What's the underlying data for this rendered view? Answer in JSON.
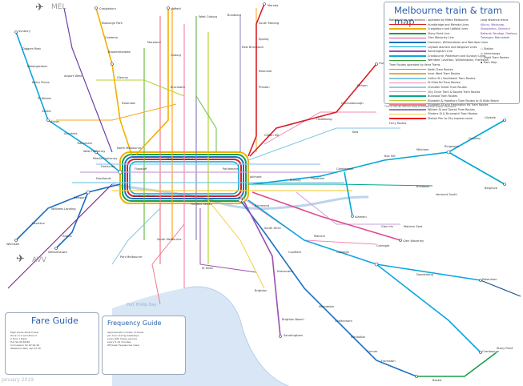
{
  "header": {
    "title": "Melbourne train & tram map",
    "note": "This is not an official map of Melbourne public transport",
    "date": "January 2019"
  },
  "airports": [
    {
      "code": "MEL",
      "icon": "airplane-icon"
    },
    {
      "code": "AVV",
      "icon": "airplane-icon"
    }
  ],
  "legend": {
    "trains_heading": "Railway lines with stations - operated by Metro Melbourne",
    "train_lines": [
      {
        "name": "Hurstbridge and Mernda Lines",
        "color": "#d81f26"
      },
      {
        "name": "Craigieburn and Upfield Lines",
        "color": "#f0b000"
      },
      {
        "name": "Stony Point Line",
        "color": "#1a9e4a"
      },
      {
        "name": "Glen Waverley Line",
        "color": "#e04a8a"
      },
      {
        "name": "Frankston, Williamstown and Werribee Lines",
        "color": "#1d6fc3"
      },
      {
        "name": "Lilydale Alamein and Belgrave Lines",
        "color": "#00a6d6"
      },
      {
        "name": "Sandringham Line",
        "color": "#9b4fb2"
      },
      {
        "name": "Cranbourne, Pakenham and Sunbury Lines",
        "color": "#0aa7e0"
      },
      {
        "name": "Werribee, Laverton, Williamstown, Frankston",
        "color": "#3f9b3f"
      }
    ],
    "tram_heading": "Tram Routes operated by Yarra Trams",
    "tram_routes": [
      {
        "name": "North Tram Routes",
        "color": "#6cbd45"
      },
      {
        "name": "Inner West Tram Routes",
        "color": "#f6a623"
      },
      {
        "name": "Collins St / Southbank Tram Routes",
        "color": "#7ec8e3"
      },
      {
        "name": "St Kilda Rd Tram Routes",
        "color": "#f28cb1"
      },
      {
        "name": "Chandler Street Tram Routes",
        "color": "#9bc8ee"
      },
      {
        "name": "City Circle Tram & Bourke Tram Routes",
        "color": "#c9a2d9"
      },
      {
        "name": "Burwood Tram Routes",
        "color": "#00a88f"
      },
      {
        "name": "Elizabeth & Hawthorn Tram Routes to St Kilda Beach",
        "color": "#b5d334"
      },
      {
        "name": "Elizabeth St and Flemington Rd Tram Routes",
        "color": "#ef7d8b"
      },
      {
        "name": "William St and Toorak Tram Routes",
        "color": "#8c82bd"
      },
      {
        "name": "Flinders St & Brunswick Tram Routes",
        "color": "#f2d14b"
      },
      {
        "name": "Station Pier to City express route",
        "color": "#ed1c24"
      }
    ],
    "ferry_heading": "Ferry Routes",
    "long_distance_heading": "Long distance trains",
    "long_distance": [
      {
        "name": "Albury, Wodonga, Shepparton, Seymour",
        "color": "#6f3fa5"
      },
      {
        "name": "Ballarat, Bendigo, Geelong",
        "color": "#7c2f91"
      },
      {
        "name": "Traralgon, Bairnsdale",
        "color": "#1d4f91"
      }
    ],
    "symbols": [
      {
        "name": "Station",
        "icon": "station-circle-icon"
      },
      {
        "name": "Interchange",
        "icon": "interchange-icon"
      },
      {
        "name": "Night Tram Routes",
        "icon": "night-tram-icon"
      },
      {
        "name": "Tram Stop",
        "icon": "tram-stop-icon"
      }
    ]
  },
  "fare_guide": {
    "title": "Fare Guide",
    "lines": [
      "Myki zones allow travel",
      "Zone 1+2 and Zone 2",
      "2 Hour  /  Daily",
      "Full  $4.40  $8.80",
      "Concession  $2.20  $4.40",
      "Weekend daily cap  $7.20"
    ]
  },
  "frequency_guide": {
    "title": "Frequency Guide",
    "lines": [
      "Approximate number of trains",
      "per hour during weekdays",
      "Lines with heavy service",
      "every 5-10 minutes",
      "Off peak frequencies lower"
    ]
  },
  "water": {
    "bay_name": "Port Phillip Bay"
  },
  "stations": {
    "west": [
      "Sunbury",
      "Diggers Rest",
      "Watergardens",
      "Keilor Plains",
      "St Albans",
      "Ginifer",
      "Albion",
      "Sunshine",
      "Tottenham",
      "West Footscray",
      "Middle Footscray",
      "Footscray",
      "Williams Landing",
      "Laverton",
      "Werribee",
      "Altona",
      "Williamstown",
      "Newport"
    ],
    "north": [
      "Craigieburn",
      "Roxburgh Park",
      "Coolaroo",
      "Broadmeadows",
      "Upfield",
      "Coburg",
      "Brunswick",
      "Mernda",
      "South Morang",
      "Epping",
      "Reservoir",
      "Preston",
      "Hurstbridge",
      "Eltham",
      "Greensborough",
      "Heidelberg",
      "Clifton Hill",
      "Essendon",
      "Glenroy"
    ],
    "city": [
      "Flagstaff",
      "Melbourne Central",
      "Parliament",
      "Flinders Street",
      "Southern Cross",
      "North Melbourne",
      "Jolimont",
      "Richmond",
      "South Yarra"
    ],
    "east": [
      "Lilydale",
      "Belgrave",
      "Ringwood",
      "Box Hill",
      "Camberwell",
      "Alamein",
      "Glen Waverley",
      "Burnley",
      "Hawthorn",
      "Mitcham",
      "Croydon"
    ],
    "south": [
      "Frankston",
      "Sandringham",
      "Brighton Beach",
      "Caulfield",
      "Oakleigh",
      "Dandenong",
      "Pakenham",
      "Cranbourne",
      "Moorabbin",
      "Cheltenham",
      "Mordialloc",
      "Carrum",
      "Stony Point",
      "Baxter",
      "Malvern",
      "Elsternwick"
    ],
    "tram": [
      "St Kilda",
      "Port Melbourne",
      "Docklands",
      "South Melbourne",
      "Brighton",
      "Kew",
      "Carnegie",
      "Burwood",
      "Vermont South",
      "East Brunswick",
      "Bundoora",
      "Airport West",
      "West Coburg",
      "Moreland",
      "Glen Iris",
      "Malvern East"
    ]
  }
}
